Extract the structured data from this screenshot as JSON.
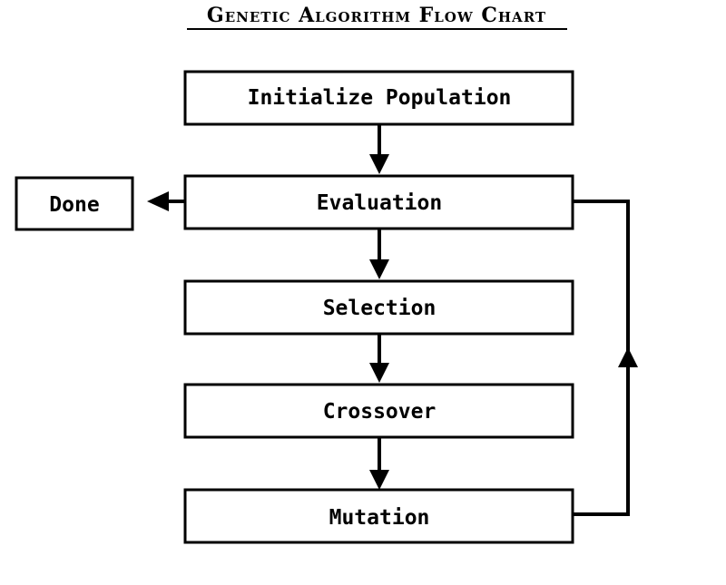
{
  "title": "Genetic Algorithm Flow Chart",
  "nodes": {
    "initialize": "Initialize Population",
    "evaluation": "Evaluation",
    "selection": "Selection",
    "crossover": "Crossover",
    "mutation": "Mutation",
    "done": "Done"
  },
  "edges": [
    {
      "from": "initialize",
      "to": "evaluation"
    },
    {
      "from": "evaluation",
      "to": "selection"
    },
    {
      "from": "selection",
      "to": "crossover"
    },
    {
      "from": "crossover",
      "to": "mutation"
    },
    {
      "from": "mutation",
      "to": "evaluation"
    },
    {
      "from": "evaluation",
      "to": "done"
    }
  ],
  "colors": {
    "stroke": "#000000",
    "background": "#ffffff"
  }
}
